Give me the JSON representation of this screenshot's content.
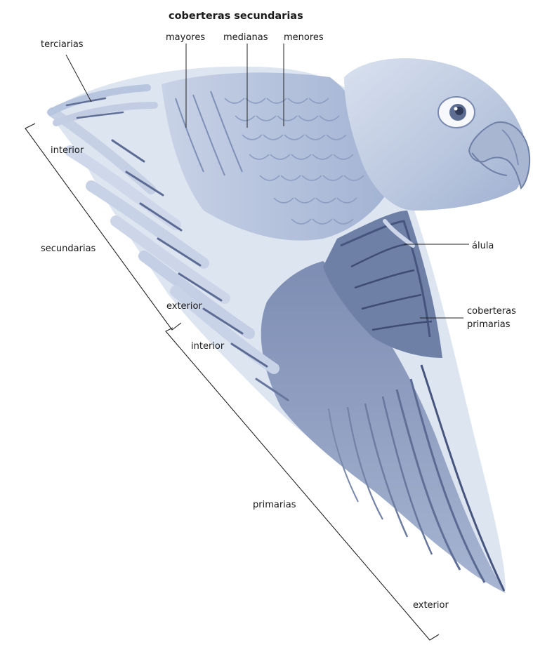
{
  "title": "coberteras secundarias",
  "labels": {
    "mayores": "mayores",
    "medianas": "medianas",
    "menores": "menores",
    "terciarias": "terciarias",
    "interior_sec": "interior",
    "secundarias": "secundarias",
    "exterior_sec": "exterior",
    "interior_prim": "interior",
    "primarias": "primarias",
    "exterior_prim": "exterior",
    "alula": "álula",
    "cob_prim_1": "coberteras",
    "cob_prim_2": "primarias"
  },
  "colors": {
    "feather_light": "#dfe6f2",
    "feather_mid": "#a9b7d3",
    "feather_dark": "#5f6f96",
    "feather_darkest": "#46557d",
    "shaft": "#3f4d75"
  }
}
